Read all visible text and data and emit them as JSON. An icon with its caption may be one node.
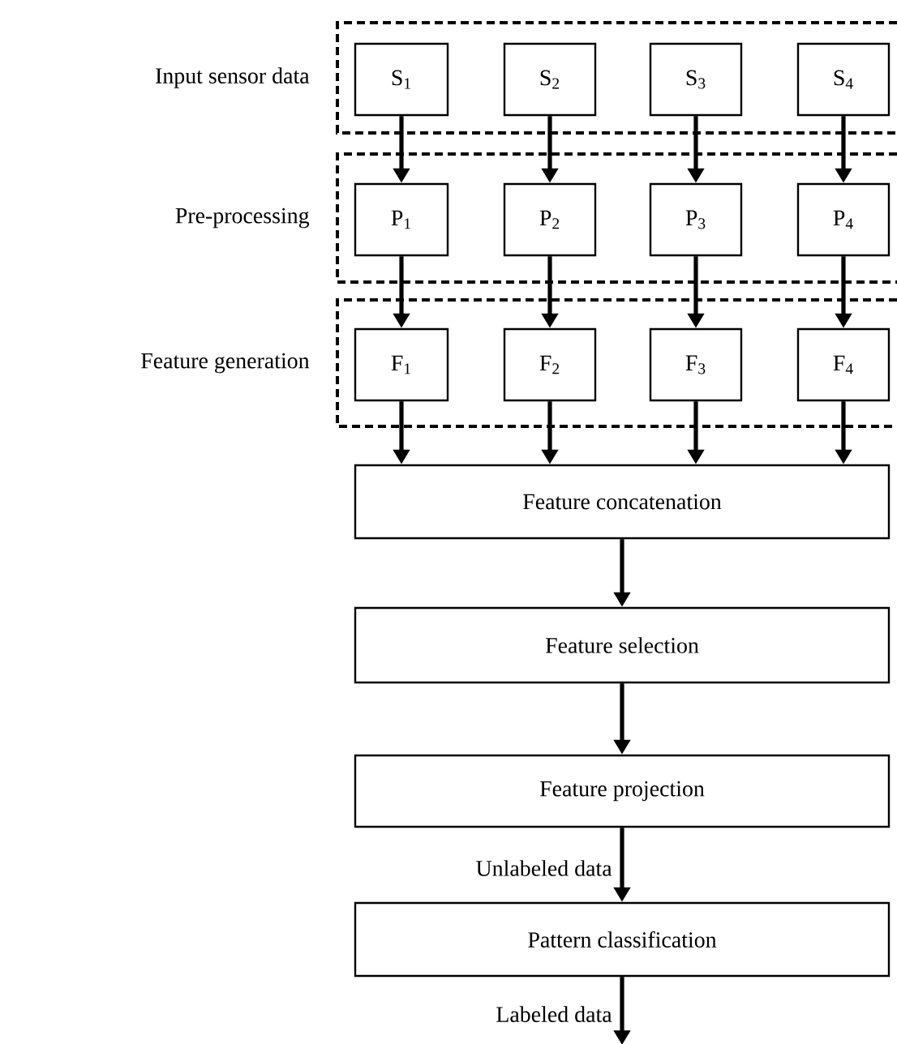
{
  "diagram": {
    "nodes": [
      {
        "text": [
          "Input sensor data"
        ]
      },
      {
        "text": [
          "S$_{1}$"
        ],
        "in": 0
      },
      {
        "text": [
          "S$_{2}$"
        ],
        "in": 0
      },
      {
        "text": [
          "S$_{3}$"
        ],
        "in": 0
      },
      {
        "text": [
          "S$_{4}$"
        ],
        "in": 0
      },
      {
        "text": [
          "Pre-processing"
        ]
      },
      {
        "text": [
          "P$_{1}$"
        ],
        "in": 5
      },
      {
        "text": [
          "P$_{2}$"
        ],
        "in": 5
      },
      {
        "text": [
          "P$_{3}$"
        ],
        "in": 5
      },
      {
        "text": [
          "P$_{4}$"
        ],
        "in": 5
      },
      {
        "text": [
          "Feature generation"
        ]
      },
      {
        "text": [
          "F$_{1}$"
        ],
        "in": 10
      },
      {
        "text": [
          "F$_{2}$"
        ],
        "in": 10
      },
      {
        "text": [
          "F$_{3}$"
        ],
        "in": 10
      },
      {
        "text": [
          "F$_{4}$"
        ],
        "in": 10
      },
      {
        "text": [
          "Feature concatenation"
        ]
      },
      {
        "text": [
          "Feature selection"
        ]
      },
      {
        "text": [
          "Feature projection"
        ]
      },
      {
        "text": [
          "Pattern classification"
        ]
      }
    ],
    "edges": [
      {
        "from": 1,
        "to": 6,
        "arrow": "to"
      },
      {
        "from": 2,
        "to": 7,
        "arrow": "to"
      },
      {
        "from": 3,
        "to": 8,
        "arrow": "to"
      },
      {
        "from": 4,
        "to": 9,
        "arrow": "to"
      },
      {
        "from": 6,
        "to": 11,
        "arrow": "to"
      },
      {
        "from": 7,
        "to": 12,
        "arrow": "to"
      },
      {
        "from": 8,
        "to": 13,
        "arrow": "to"
      },
      {
        "from": 9,
        "to": 14,
        "arrow": "to"
      },
      {
        "from": 11,
        "to": 15,
        "arrow": "to"
      },
      {
        "from": 12,
        "to": 15,
        "arrow": "to"
      },
      {
        "from": 13,
        "to": 15,
        "arrow": "to"
      },
      {
        "from": 14,
        "to": 15,
        "arrow": "to"
      },
      {
        "from": 15,
        "to": 16,
        "arrow": "to"
      },
      {
        "from": 16,
        "to": 17,
        "arrow": "to"
      },
      {
        "from": 17,
        "to": 18,
        "arrow": "to",
        "label": "Unlabeled data"
      },
      {
        "from": 18,
        "to": null,
        "arrow": "to",
        "label": "Labeled data"
      }
    ]
  }
}
